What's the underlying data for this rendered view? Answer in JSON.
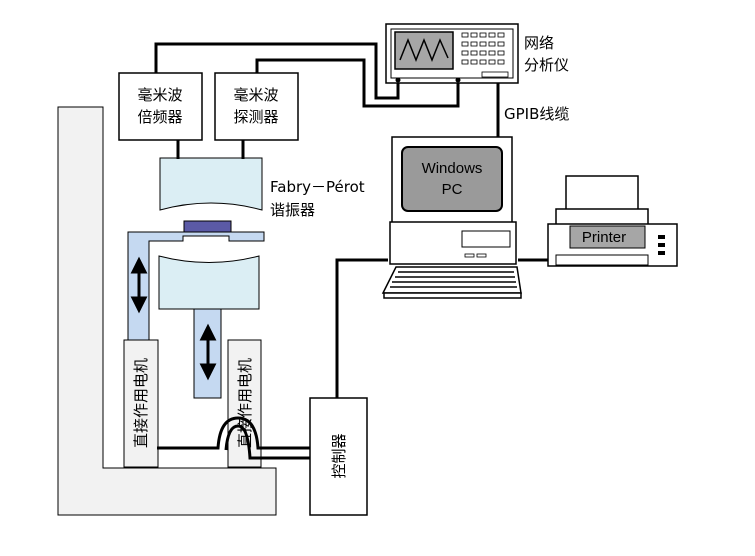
{
  "labels": {
    "network_analyzer_line1": "网络",
    "network_analyzer_line2": "分析仪",
    "multiplier_line1": "毫米波",
    "multiplier_line2": "倍频器",
    "detector_line1": "毫米波",
    "detector_line2": "探测器",
    "fp_line1": "Fabry－Pérot",
    "fp_line2": "谐振器",
    "gpib": "GPIB线缆",
    "pc_line1": "Windows",
    "pc_line2": "PC",
    "printer": "Printer",
    "motor_left": "直接作用电机",
    "motor_right": "直接作用电机",
    "controller": "控制器"
  },
  "colors": {
    "light_blue": "#dbeef4",
    "rail_blue": "#c5d9f1",
    "sample_purple": "#5b5aa6",
    "frame_gray": "#f2f2f2",
    "screen_gray": "#9a9a9a",
    "outline": "#000000"
  }
}
